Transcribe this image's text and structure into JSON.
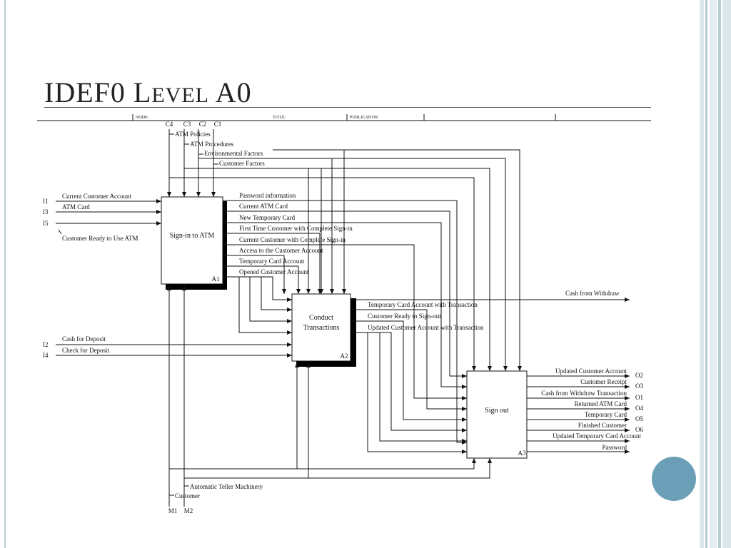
{
  "slide": {
    "title_main": "IDEF0 ",
    "title_l": "L",
    "title_evel": "EVEL",
    "title_a0": " A0"
  },
  "colors": {
    "accent_circle": "#6a9fb7",
    "frame": "#b9cdd6"
  },
  "header_fragments": [
    "NODE:",
    "TITLE:",
    "PUBLICATION"
  ],
  "boxes": [
    {
      "id": "a1",
      "label_lines": [
        "Sign-in to ATM"
      ],
      "number": "A1"
    },
    {
      "id": "a2",
      "label_lines": [
        "Conduct",
        "Transactions"
      ],
      "number": "A2"
    },
    {
      "id": "a3",
      "label_lines": [
        "Sign out"
      ],
      "number": "A3"
    }
  ],
  "controls": [
    {
      "code": "C4",
      "label": "ATM Policies"
    },
    {
      "code": "C3",
      "label": "ATM Procedures"
    },
    {
      "code": "C2",
      "label": "Environmental Factors"
    },
    {
      "code": "C1",
      "label": "Customer Factors"
    }
  ],
  "inputs": [
    {
      "code": "I1",
      "label": "Current Customer Account"
    },
    {
      "code": "I3",
      "label": "ATM Card"
    },
    {
      "code": "I5",
      "label": "Customer Ready to Use ATM"
    },
    {
      "code": "I2",
      "label": "Cash for Deposit"
    },
    {
      "code": "I4",
      "label": "Check for Deposit"
    }
  ],
  "a1_outputs": [
    "Password information",
    "Current ATM Card",
    "New Temporary Card",
    "First Time Customer with Complete Sign-in",
    "Current Customer with Complete Sign-in",
    "Access to the Customer Account",
    "Temporary Card Account",
    "Opened Customer Account"
  ],
  "a2_outputs": [
    "Temporary Card Account with Transaction",
    "Customer Ready to Sign-out",
    "Updated Customer Account with Transaction"
  ],
  "cash_withdraw": "Cash from Withdraw",
  "final_outputs": [
    {
      "label": "Updated Customer Account",
      "code": "O2"
    },
    {
      "label": "Customer Receipt",
      "code": "O3"
    },
    {
      "label": "Cash from Withdraw Transaction",
      "code": "O1"
    },
    {
      "label": "Returned ATM Card",
      "code": "O4"
    },
    {
      "label": "Temporary Card",
      "code": "O5"
    },
    {
      "label": "Finished Customer",
      "code": "O6"
    },
    {
      "label": "Updated Temporary Card Account",
      "code": ""
    },
    {
      "label": "Password",
      "code": ""
    }
  ],
  "mechanisms": [
    {
      "code": "M1",
      "label": "Customer"
    },
    {
      "code": "M2",
      "label": "Automatic Teller Machinery"
    }
  ]
}
